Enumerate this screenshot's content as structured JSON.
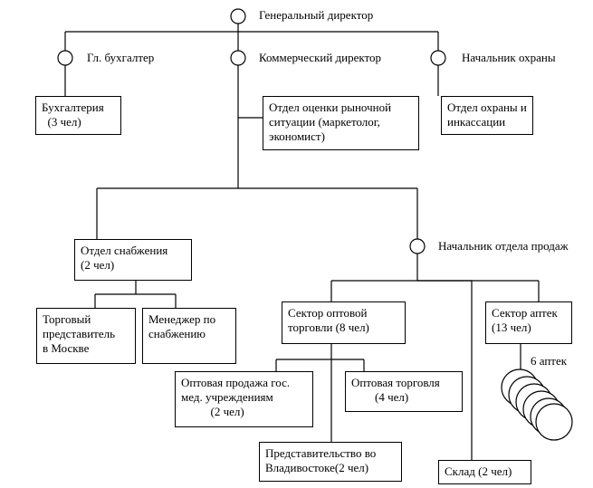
{
  "roles": {
    "general_director": "Генеральный директор",
    "chief_accountant": "Гл. бухгалтер",
    "commercial_director": "Коммерческий директор",
    "head_of_security": "Начальник охраны",
    "head_of_sales": "Начальник отдела продаж"
  },
  "boxes": {
    "accounting": "Бухгалтерия\n  (3 чел)",
    "market_research": "Отдел оценки рыночной\nситуации (маркетолог,\nэкономист)",
    "security_dept": "Отдел охраны и\nинкассации",
    "supply_dept": "Отдел снабжения\n(2 чел)",
    "moscow_rep": "Торговый\nпредставитель\nв Москве",
    "supply_manager": "Менеджер по\nснабжению",
    "wholesale_sector": "Сектор оптовой\nторговли (8 чел)",
    "pharmacy_sector": "Сектор аптек\n(13 чел)",
    "state_wholesale": "Оптовая продажа гос.\nмед. учреждениям\n          (2 чел)",
    "wholesale_trade": "Оптовая торговля\n        (4 чел)",
    "vladivostok_office": "Представительство во\nВладивостоке(2 чел)",
    "warehouse": "Склад (2 чел)"
  },
  "pharmacies_label": "6 аптек"
}
